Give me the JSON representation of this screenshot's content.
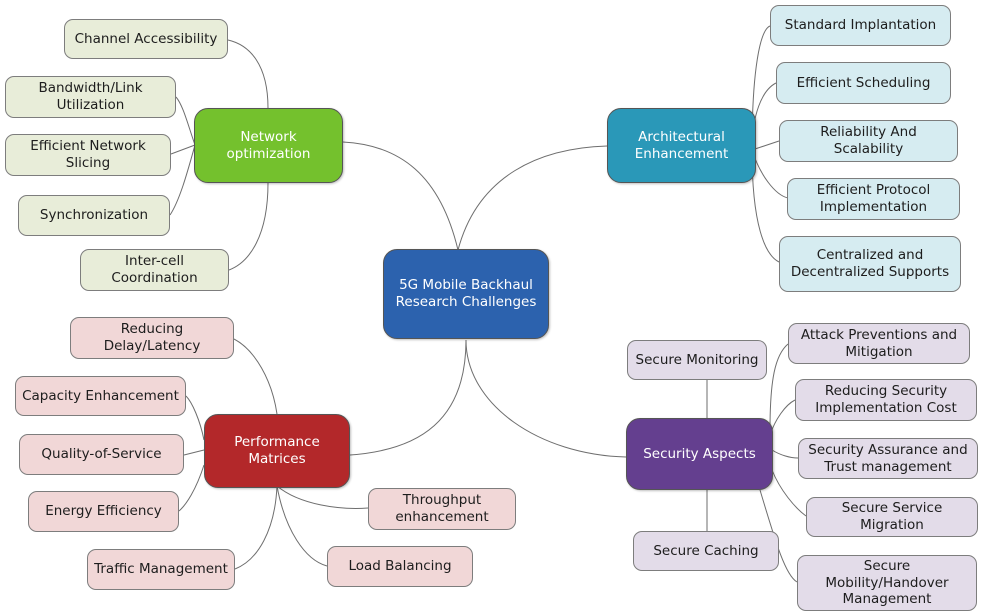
{
  "center": {
    "label": "5G Mobile Backhaul\nResearch Challenges"
  },
  "branches": {
    "network": {
      "label": "Network\noptimization",
      "items": [
        "Channel Accessibility",
        "Bandwidth/Link\nUtilization",
        "Efficient Network\nSlicing",
        "Synchronization",
        "Inter-cell\nCoordination"
      ]
    },
    "architecture": {
      "label": "Architectural\nEnhancement",
      "items": [
        "Standard Implantation",
        "Efficient Scheduling",
        "Reliability And Scalability",
        "Efficient Protocol\nImplementation",
        "Centralized and\nDecentralized Supports"
      ]
    },
    "performance": {
      "label": "Performance\nMatrices",
      "items": [
        "Reducing\nDelay/Latency",
        "Capacity Enhancement",
        "Quality-of-Service",
        "Energy Efficiency",
        "Traffic Management",
        "Throughput\nenhancement",
        "Load Balancing"
      ]
    },
    "security": {
      "label": "Security Aspects",
      "items": [
        "Secure Monitoring",
        "Attack Preventions and\nMitigation",
        "Reducing Security\nImplementation Cost",
        "Security Assurance and\nTrust management",
        "Secure Service\nMigration",
        "Secure\nMobility/Handover\nManagement",
        "Secure Caching"
      ]
    }
  },
  "colors": {
    "center": "#2c62ae",
    "network": "#74c12d",
    "architecture": "#2a98b8",
    "performance": "#b3282a",
    "security": "#643f8f",
    "connector": "#6e6e6e"
  }
}
